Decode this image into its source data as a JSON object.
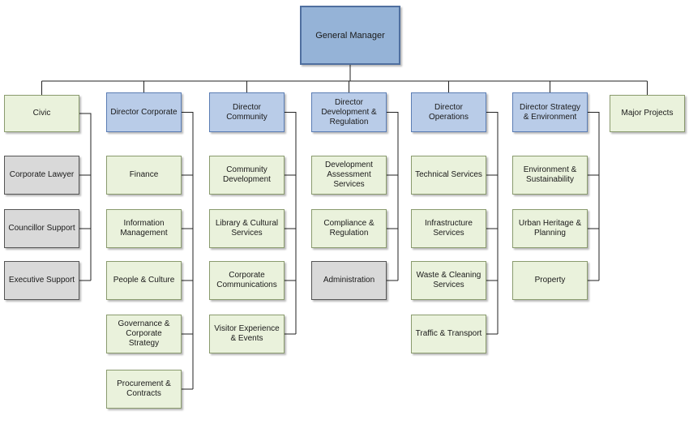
{
  "org": {
    "root": "General Manager",
    "columns": [
      {
        "head": "Civic",
        "head_style": "green",
        "children": [
          "Corporate Lawyer",
          "Councillor Support",
          "Executive Support"
        ],
        "child_style": "gray"
      },
      {
        "head": "Director Corporate",
        "head_style": "blue",
        "children": [
          "Finance",
          "Information Management",
          "People & Culture",
          "Governance & Corporate Strategy",
          "Procurement & Contracts"
        ],
        "child_style": "green"
      },
      {
        "head": "Director Community",
        "head_style": "blue",
        "children": [
          "Community Development",
          "Library & Cultural Services",
          "Corporate Communications",
          "Visitor Experience & Events"
        ],
        "child_style": "green"
      },
      {
        "head": "Director Development & Regulation",
        "head_style": "blue",
        "children": [
          "Development Assessment Services",
          "Compliance & Regulation",
          "Administration"
        ],
        "child_style": "green",
        "gray_children": [
          "Administration"
        ]
      },
      {
        "head": "Director Operations",
        "head_style": "blue",
        "children": [
          "Technical Services",
          "Infrastructure Services",
          "Waste & Cleaning Services",
          "Traffic & Transport"
        ],
        "child_style": "green"
      },
      {
        "head": "Director Strategy & Environment",
        "head_style": "blue",
        "children": [
          "Environment & Sustainability",
          "Urban Heritage & Planning",
          "Property"
        ],
        "child_style": "green"
      },
      {
        "head": "Major Projects",
        "head_style": "green",
        "children": [],
        "child_style": "green"
      }
    ]
  },
  "colors": {
    "root_fill": "#95b3d7",
    "director_fill": "#b9cce8",
    "unit_fill": "#eaf2dc",
    "support_fill": "#d9d9d9",
    "line": "#222222"
  }
}
